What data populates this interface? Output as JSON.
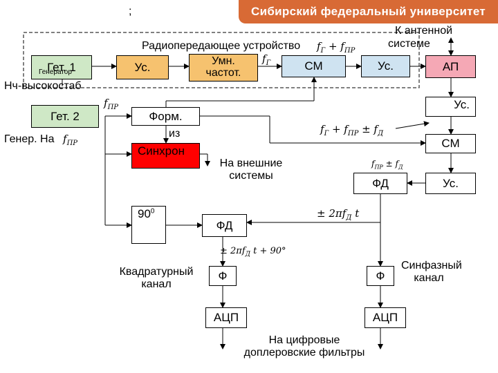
{
  "header": {
    "title": "Сибирский федеральный университет",
    "mark": ";"
  },
  "transmitter": {
    "label": "Радиопередающее устройство"
  },
  "antenna": {
    "line1": "К антенной",
    "line2": "системе"
  },
  "blocks": {
    "get1": "Гет. 1",
    "get1_sub": "Генератор",
    "us1": "Ус.",
    "umn_line1": "Умн.",
    "umn_line2": "частот.",
    "sm1": "СМ",
    "us2": "Ус.",
    "ap": "АП",
    "get2": "Гет. 2",
    "form": "Форм.",
    "us3": "Ус.",
    "sinhron": "Синхрон",
    "sm2": "СМ",
    "fd1": "ФД",
    "us4": "Ус.",
    "phase90": "90",
    "phase90_sup": "0",
    "fd2": "ФД",
    "f_quad": "Ф",
    "f_sync": "Ф",
    "adc_quad": "АЦП",
    "adc_sync": "АЦП"
  },
  "labels": {
    "nch": "Нч-высокостаб",
    "gener_na": "Генер. На",
    "iz": "из",
    "external_line1": "На внешние",
    "external_line2": "системы",
    "quad_line1": "Квадратурный",
    "quad_line2": "канал",
    "sync_line1": "Синфазный",
    "sync_line2": "канал",
    "digital_line1": "На цифровые",
    "digital_line2": "доплеровские фильтры"
  },
  "formulas": {
    "fg_plus_fpr_top": "f",
    "fg_top": "f",
    "fpr_get2": "f",
    "fpr_gener": "f",
    "fg_fpr_fd": "f",
    "fpr_fd": "f",
    "pm_2pi_fd_t": "± 2πf",
    "pm_2pi_fd_t_90": "± 2πf"
  }
}
